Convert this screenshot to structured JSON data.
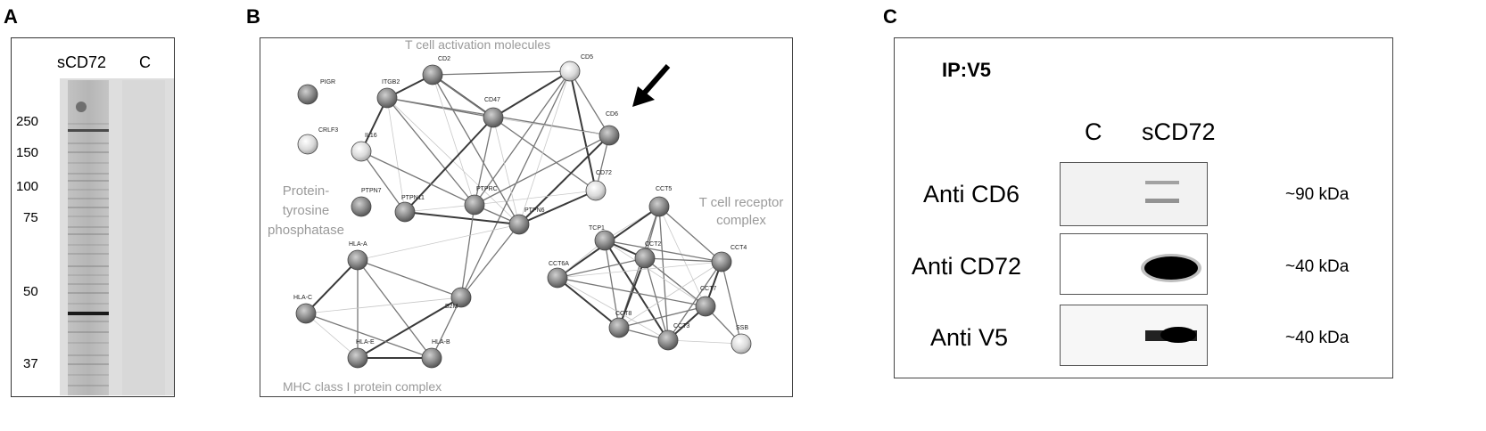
{
  "panel_a": {
    "letter": "A",
    "lane_labels": [
      "sCD72",
      "C"
    ],
    "markers": [
      "250",
      "150",
      "100",
      "75",
      "50",
      "37"
    ]
  },
  "panel_b": {
    "letter": "B",
    "cluster_labels": {
      "tcell_activation": "T cell activation molecules",
      "protein_tyrosine": [
        "Protein-",
        "tyrosine",
        "phosphatase"
      ],
      "tcr": [
        "T cell receptor",
        "complex"
      ],
      "mhc": "MHC class I protein complex"
    },
    "nodes": [
      {
        "id": "PIGR",
        "label": "PIGR"
      },
      {
        "id": "CRLF3",
        "label": "CRLF3"
      },
      {
        "id": "ITGB2",
        "label": "ITGB2"
      },
      {
        "id": "CD2",
        "label": "CD2"
      },
      {
        "id": "CD5",
        "label": "CD5"
      },
      {
        "id": "CD47",
        "label": "CD47"
      },
      {
        "id": "IL16",
        "label": "IL16"
      },
      {
        "id": "CD6",
        "label": "CD6"
      },
      {
        "id": "PTPN7",
        "label": "PTPN7"
      },
      {
        "id": "PTPN11",
        "label": "PTPN11"
      },
      {
        "id": "PTPRC",
        "label": "PTPRC"
      },
      {
        "id": "PTPN6",
        "label": "PTPN6"
      },
      {
        "id": "CD72",
        "label": "CD72"
      },
      {
        "id": "HLA-A",
        "label": "HLA-A"
      },
      {
        "id": "B2M",
        "label": "B2M"
      },
      {
        "id": "HLA-C",
        "label": "HLA-C"
      },
      {
        "id": "HLA-E",
        "label": "HLA-E"
      },
      {
        "id": "HLA-B",
        "label": "HLA-B"
      },
      {
        "id": "CCT5",
        "label": "CCT5"
      },
      {
        "id": "TCP1",
        "label": "TCP1"
      },
      {
        "id": "CCT2",
        "label": "CCT2"
      },
      {
        "id": "CCT4",
        "label": "CCT4"
      },
      {
        "id": "CCT6A",
        "label": "CCT6A"
      },
      {
        "id": "CCT7",
        "label": "CCT7"
      },
      {
        "id": "CCT8",
        "label": "CCT8"
      },
      {
        "id": "CCT3",
        "label": "CCT3"
      },
      {
        "id": "SSB",
        "label": "SSB"
      }
    ],
    "edges": [
      [
        "ITGB2",
        "CD2"
      ],
      [
        "ITGB2",
        "CD47"
      ],
      [
        "ITGB2",
        "PTPRC"
      ],
      [
        "ITGB2",
        "PTPN11"
      ],
      [
        "ITGB2",
        "IL16"
      ],
      [
        "ITGB2",
        "CD6"
      ],
      [
        "ITGB2",
        "PTPN6"
      ],
      [
        "CD2",
        "CD5"
      ],
      [
        "CD2",
        "CD47"
      ],
      [
        "CD2",
        "PTPRC"
      ],
      [
        "CD2",
        "PTPN6"
      ],
      [
        "CD2",
        "CD72"
      ],
      [
        "CD5",
        "CD47"
      ],
      [
        "CD5",
        "CD6"
      ],
      [
        "CD5",
        "PTPRC"
      ],
      [
        "CD5",
        "PTPN6"
      ],
      [
        "CD5",
        "CD72"
      ],
      [
        "CD5",
        "B2M"
      ],
      [
        "CD47",
        "CD6"
      ],
      [
        "CD47",
        "PTPRC"
      ],
      [
        "CD47",
        "PTPN11"
      ],
      [
        "CD47",
        "PTPN6"
      ],
      [
        "IL16",
        "PTPRC"
      ],
      [
        "IL16",
        "PTPN11"
      ],
      [
        "CD6",
        "PTPN6"
      ],
      [
        "CD6",
        "CD72"
      ],
      [
        "CD6",
        "PTPRC"
      ],
      [
        "PTPN11",
        "PTPRC"
      ],
      [
        "PTPN11",
        "PTPN6"
      ],
      [
        "PTPRC",
        "PTPN6"
      ],
      [
        "PTPRC",
        "CD72"
      ],
      [
        "PTPRC",
        "B2M"
      ],
      [
        "PTPN6",
        "CD72"
      ],
      [
        "PTPN6",
        "HLA-A"
      ],
      [
        "PTPN6",
        "B2M"
      ],
      [
        "HLA-A",
        "B2M"
      ],
      [
        "HLA-A",
        "HLA-C"
      ],
      [
        "HLA-A",
        "HLA-E"
      ],
      [
        "HLA-A",
        "HLA-B"
      ],
      [
        "B2M",
        "HLA-C"
      ],
      [
        "B2M",
        "HLA-E"
      ],
      [
        "B2M",
        "HLA-B"
      ],
      [
        "HLA-C",
        "HLA-E"
      ],
      [
        "HLA-C",
        "HLA-B"
      ],
      [
        "HLA-E",
        "HLA-B"
      ],
      [
        "CCT5",
        "TCP1"
      ],
      [
        "CCT5",
        "CCT2"
      ],
      [
        "CCT5",
        "CCT4"
      ],
      [
        "CCT5",
        "CCT6A"
      ],
      [
        "CCT5",
        "CCT8"
      ],
      [
        "CCT5",
        "CCT3"
      ],
      [
        "CCT5",
        "CCT7"
      ],
      [
        "TCP1",
        "CCT2"
      ],
      [
        "TCP1",
        "CCT4"
      ],
      [
        "TCP1",
        "CCT6A"
      ],
      [
        "TCP1",
        "CCT8"
      ],
      [
        "TCP1",
        "CCT3"
      ],
      [
        "TCP1",
        "CCT7"
      ],
      [
        "CCT2",
        "CCT4"
      ],
      [
        "CCT2",
        "CCT6A"
      ],
      [
        "CCT2",
        "CCT8"
      ],
      [
        "CCT2",
        "CCT3"
      ],
      [
        "CCT2",
        "CCT7"
      ],
      [
        "CCT4",
        "CCT6A"
      ],
      [
        "CCT4",
        "CCT7"
      ],
      [
        "CCT4",
        "CCT3"
      ],
      [
        "CCT4",
        "CCT8"
      ],
      [
        "CCT4",
        "SSB"
      ],
      [
        "CCT6A",
        "CCT8"
      ],
      [
        "CCT6A",
        "CCT3"
      ],
      [
        "CCT6A",
        "CCT7"
      ],
      [
        "CCT7",
        "CCT8"
      ],
      [
        "CCT7",
        "CCT3"
      ],
      [
        "CCT7",
        "SSB"
      ],
      [
        "CCT8",
        "CCT3"
      ],
      [
        "CCT3",
        "SSB"
      ]
    ]
  },
  "panel_c": {
    "letter": "C",
    "ip_label": "IP:V5",
    "lane_labels": [
      "C",
      "sCD72"
    ],
    "rows": [
      {
        "antibody": "Anti CD6",
        "size": "~90 kDa"
      },
      {
        "antibody": "Anti CD72",
        "size": "~40 kDa"
      },
      {
        "antibody": "Anti V5",
        "size": "~40 kDa"
      }
    ]
  }
}
